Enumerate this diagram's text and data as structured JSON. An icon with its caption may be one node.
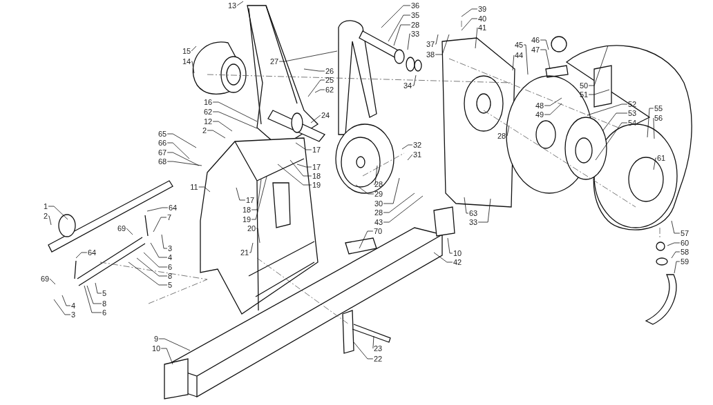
{
  "diagram": {
    "nodes": [
      {
        "text": [
          "13"
        ]
      },
      {
        "text": [
          "15"
        ]
      },
      {
        "text": [
          "14"
        ]
      },
      {
        "text": [
          "16"
        ]
      },
      {
        "text": [
          "62"
        ]
      },
      {
        "text": [
          "12"
        ]
      },
      {
        "text": [
          "2"
        ]
      },
      {
        "text": [
          "65"
        ]
      },
      {
        "text": [
          "66"
        ]
      },
      {
        "text": [
          "67"
        ]
      },
      {
        "text": [
          "68"
        ]
      },
      {
        "text": [
          "11"
        ]
      },
      {
        "text": [
          "1"
        ]
      },
      {
        "text": [
          "2"
        ]
      },
      {
        "text": [
          "64"
        ]
      },
      {
        "text": [
          "7"
        ]
      },
      {
        "text": [
          "69"
        ]
      },
      {
        "text": [
          "3"
        ]
      },
      {
        "text": [
          "4"
        ]
      },
      {
        "text": [
          "6"
        ]
      },
      {
        "text": [
          "8"
        ]
      },
      {
        "text": [
          "5"
        ]
      },
      {
        "text": [
          "64"
        ]
      },
      {
        "text": [
          "69"
        ]
      },
      {
        "text": [
          "5"
        ]
      },
      {
        "text": [
          "4"
        ]
      },
      {
        "text": [
          "8"
        ]
      },
      {
        "text": [
          "3"
        ]
      },
      {
        "text": [
          "6"
        ]
      },
      {
        "text": [
          "9"
        ]
      },
      {
        "text": [
          "10"
        ]
      },
      {
        "text": [
          "27"
        ]
      },
      {
        "text": [
          "26"
        ]
      },
      {
        "text": [
          "25"
        ]
      },
      {
        "text": [
          "62"
        ]
      },
      {
        "text": [
          "24"
        ]
      },
      {
        "text": [
          "17"
        ]
      },
      {
        "text": [
          "17"
        ]
      },
      {
        "text": [
          "18"
        ]
      },
      {
        "text": [
          "19"
        ]
      },
      {
        "text": [
          "17"
        ]
      },
      {
        "text": [
          "18"
        ]
      },
      {
        "text": [
          "19"
        ]
      },
      {
        "text": [
          "28"
        ]
      },
      {
        "text": [
          "29"
        ]
      },
      {
        "text": [
          "30"
        ]
      },
      {
        "text": [
          "28"
        ]
      },
      {
        "text": [
          "43"
        ]
      },
      {
        "text": [
          "32"
        ]
      },
      {
        "text": [
          "31"
        ]
      },
      {
        "text": [
          "36"
        ]
      },
      {
        "text": [
          "35"
        ]
      },
      {
        "text": [
          "28"
        ]
      },
      {
        "text": [
          "33"
        ]
      },
      {
        "text": [
          "34"
        ]
      },
      {
        "text": [
          "37"
        ]
      },
      {
        "text": [
          "38"
        ]
      },
      {
        "text": [
          "39"
        ]
      },
      {
        "text": [
          "40"
        ]
      },
      {
        "text": [
          "41"
        ]
      },
      {
        "text": [
          "45"
        ]
      },
      {
        "text": [
          "44"
        ]
      },
      {
        "text": [
          "46"
        ]
      },
      {
        "text": [
          "47"
        ]
      },
      {
        "text": [
          "50"
        ]
      },
      {
        "text": [
          "51"
        ]
      },
      {
        "text": [
          "48"
        ]
      },
      {
        "text": [
          "49"
        ]
      },
      {
        "text": [
          "52"
        ]
      },
      {
        "text": [
          "53"
        ]
      },
      {
        "text": [
          "54"
        ]
      },
      {
        "text": [
          "28"
        ]
      },
      {
        "text": [
          "55"
        ]
      },
      {
        "text": [
          "56"
        ]
      },
      {
        "text": [
          "61"
        ]
      },
      {
        "text": [
          "63"
        ]
      },
      {
        "text": [
          "33"
        ]
      },
      {
        "text": [
          "57"
        ]
      },
      {
        "text": [
          "60"
        ]
      },
      {
        "text": [
          "58"
        ]
      },
      {
        "text": [
          "59"
        ]
      },
      {
        "text": [
          "70"
        ]
      },
      {
        "text": [
          "10"
        ]
      },
      {
        "text": [
          "42"
        ]
      },
      {
        "text": [
          "20"
        ]
      },
      {
        "text": [
          "21"
        ]
      },
      {
        "text": [
          "23"
        ]
      },
      {
        "text": [
          "22"
        ]
      }
    ],
    "edges": [
      {
        "from": 0,
        "to": null,
        "arrow": "none"
      },
      {
        "from": 1,
        "to": null,
        "arrow": "none"
      },
      {
        "from": 2,
        "to": null,
        "arrow": "none"
      },
      {
        "from": 3,
        "to": null,
        "arrow": "none"
      },
      {
        "from": 4,
        "to": null,
        "arrow": "none"
      },
      {
        "from": 5,
        "to": null,
        "arrow": "none"
      },
      {
        "from": 6,
        "to": null,
        "arrow": "none"
      },
      {
        "from": 7,
        "to": null,
        "arrow": "none"
      },
      {
        "from": 8,
        "to": null,
        "arrow": "none"
      },
      {
        "from": 9,
        "to": null,
        "arrow": "none"
      },
      {
        "from": 10,
        "to": null,
        "arrow": "none"
      },
      {
        "from": 11,
        "to": null,
        "arrow": "none"
      },
      {
        "from": 12,
        "to": null,
        "arrow": "none"
      },
      {
        "from": 13,
        "to": null,
        "arrow": "none"
      },
      {
        "from": 14,
        "to": null,
        "arrow": "none"
      },
      {
        "from": 15,
        "to": null,
        "arrow": "none"
      },
      {
        "from": 16,
        "to": null,
        "arrow": "none"
      },
      {
        "from": 17,
        "to": null,
        "arrow": "none"
      },
      {
        "from": 18,
        "to": null,
        "arrow": "none"
      },
      {
        "from": 19,
        "to": null,
        "arrow": "none"
      },
      {
        "from": 20,
        "to": null,
        "arrow": "none"
      },
      {
        "from": 21,
        "to": null,
        "arrow": "none"
      },
      {
        "from": 22,
        "to": null,
        "arrow": "none"
      },
      {
        "from": 23,
        "to": null,
        "arrow": "none"
      },
      {
        "from": 24,
        "to": null,
        "arrow": "none"
      },
      {
        "from": 25,
        "to": null,
        "arrow": "none"
      },
      {
        "from": 26,
        "to": null,
        "arrow": "none"
      },
      {
        "from": 27,
        "to": null,
        "arrow": "none"
      },
      {
        "from": 28,
        "to": null,
        "arrow": "none"
      },
      {
        "from": 29,
        "to": null,
        "arrow": "none"
      },
      {
        "from": 30,
        "to": null,
        "arrow": "none"
      },
      {
        "from": 31,
        "to": null,
        "arrow": "none"
      },
      {
        "from": 32,
        "to": null,
        "arrow": "none"
      },
      {
        "from": 33,
        "to": null,
        "arrow": "none"
      },
      {
        "from": 34,
        "to": null,
        "arrow": "none"
      },
      {
        "from": 35,
        "to": null,
        "arrow": "none"
      },
      {
        "from": 36,
        "to": null,
        "arrow": "none"
      },
      {
        "from": 37,
        "to": null,
        "arrow": "none"
      },
      {
        "from": 38,
        "to": null,
        "arrow": "none"
      },
      {
        "from": 39,
        "to": null,
        "arrow": "none"
      },
      {
        "from": 40,
        "to": null,
        "arrow": "none"
      },
      {
        "from": 41,
        "to": null,
        "arrow": "none"
      },
      {
        "from": 42,
        "to": null,
        "arrow": "none"
      },
      {
        "from": 43,
        "to": null,
        "arrow": "none"
      },
      {
        "from": 44,
        "to": null,
        "arrow": "none"
      },
      {
        "from": 45,
        "to": null,
        "arrow": "none"
      },
      {
        "from": 46,
        "to": null,
        "arrow": "none"
      },
      {
        "from": 47,
        "to": null,
        "arrow": "none"
      },
      {
        "from": 48,
        "to": null,
        "arrow": "none"
      },
      {
        "from": 49,
        "to": null,
        "arrow": "none"
      },
      {
        "from": 50,
        "to": null,
        "arrow": "none"
      },
      {
        "from": 51,
        "to": null,
        "arrow": "none"
      },
      {
        "from": 52,
        "to": null,
        "arrow": "none"
      },
      {
        "from": 53,
        "to": null,
        "arrow": "none"
      },
      {
        "from": 54,
        "to": null,
        "arrow": "none"
      },
      {
        "from": 55,
        "to": null,
        "arrow": "none"
      },
      {
        "from": 56,
        "to": null,
        "arrow": "none"
      },
      {
        "from": 57,
        "to": null,
        "arrow": "none"
      },
      {
        "from": 58,
        "to": null,
        "arrow": "none"
      },
      {
        "from": 59,
        "to": null,
        "arrow": "none"
      },
      {
        "from": 60,
        "to": null,
        "arrow": "none"
      },
      {
        "from": 61,
        "to": null,
        "arrow": "none"
      },
      {
        "from": 62,
        "to": null,
        "arrow": "none"
      },
      {
        "from": 63,
        "to": null,
        "arrow": "none"
      },
      {
        "from": 64,
        "to": null,
        "arrow": "none"
      },
      {
        "from": 65,
        "to": null,
        "arrow": "none"
      },
      {
        "from": 66,
        "to": null,
        "arrow": "none"
      },
      {
        "from": 67,
        "to": null,
        "arrow": "none"
      },
      {
        "from": 68,
        "to": null,
        "arrow": "none"
      },
      {
        "from": 69,
        "to": null,
        "arrow": "none"
      },
      {
        "from": 70,
        "to": null,
        "arrow": "none"
      },
      {
        "from": 71,
        "to": null,
        "arrow": "none"
      },
      {
        "from": 72,
        "to": null,
        "arrow": "none"
      },
      {
        "from": 73,
        "to": null,
        "arrow": "none"
      },
      {
        "from": 74,
        "to": null,
        "arrow": "none"
      },
      {
        "from": 75,
        "to": null,
        "arrow": "none"
      },
      {
        "from": 76,
        "to": null,
        "arrow": "none"
      },
      {
        "from": 77,
        "to": null,
        "arrow": "none"
      },
      {
        "from": 78,
        "to": null,
        "arrow": "none"
      },
      {
        "from": 79,
        "to": null,
        "arrow": "none"
      },
      {
        "from": 80,
        "to": null,
        "arrow": "none"
      },
      {
        "from": 81,
        "to": null,
        "arrow": "none"
      },
      {
        "from": 82,
        "to": null,
        "arrow": "none"
      },
      {
        "from": 83,
        "to": null,
        "arrow": "none"
      },
      {
        "from": 84,
        "to": null,
        "arrow": "none"
      },
      {
        "from": 85,
        "to": null,
        "arrow": "none"
      },
      {
        "from": 86,
        "to": null,
        "arrow": "none"
      },
      {
        "from": 87,
        "to": null,
        "arrow": "none"
      }
    ]
  }
}
